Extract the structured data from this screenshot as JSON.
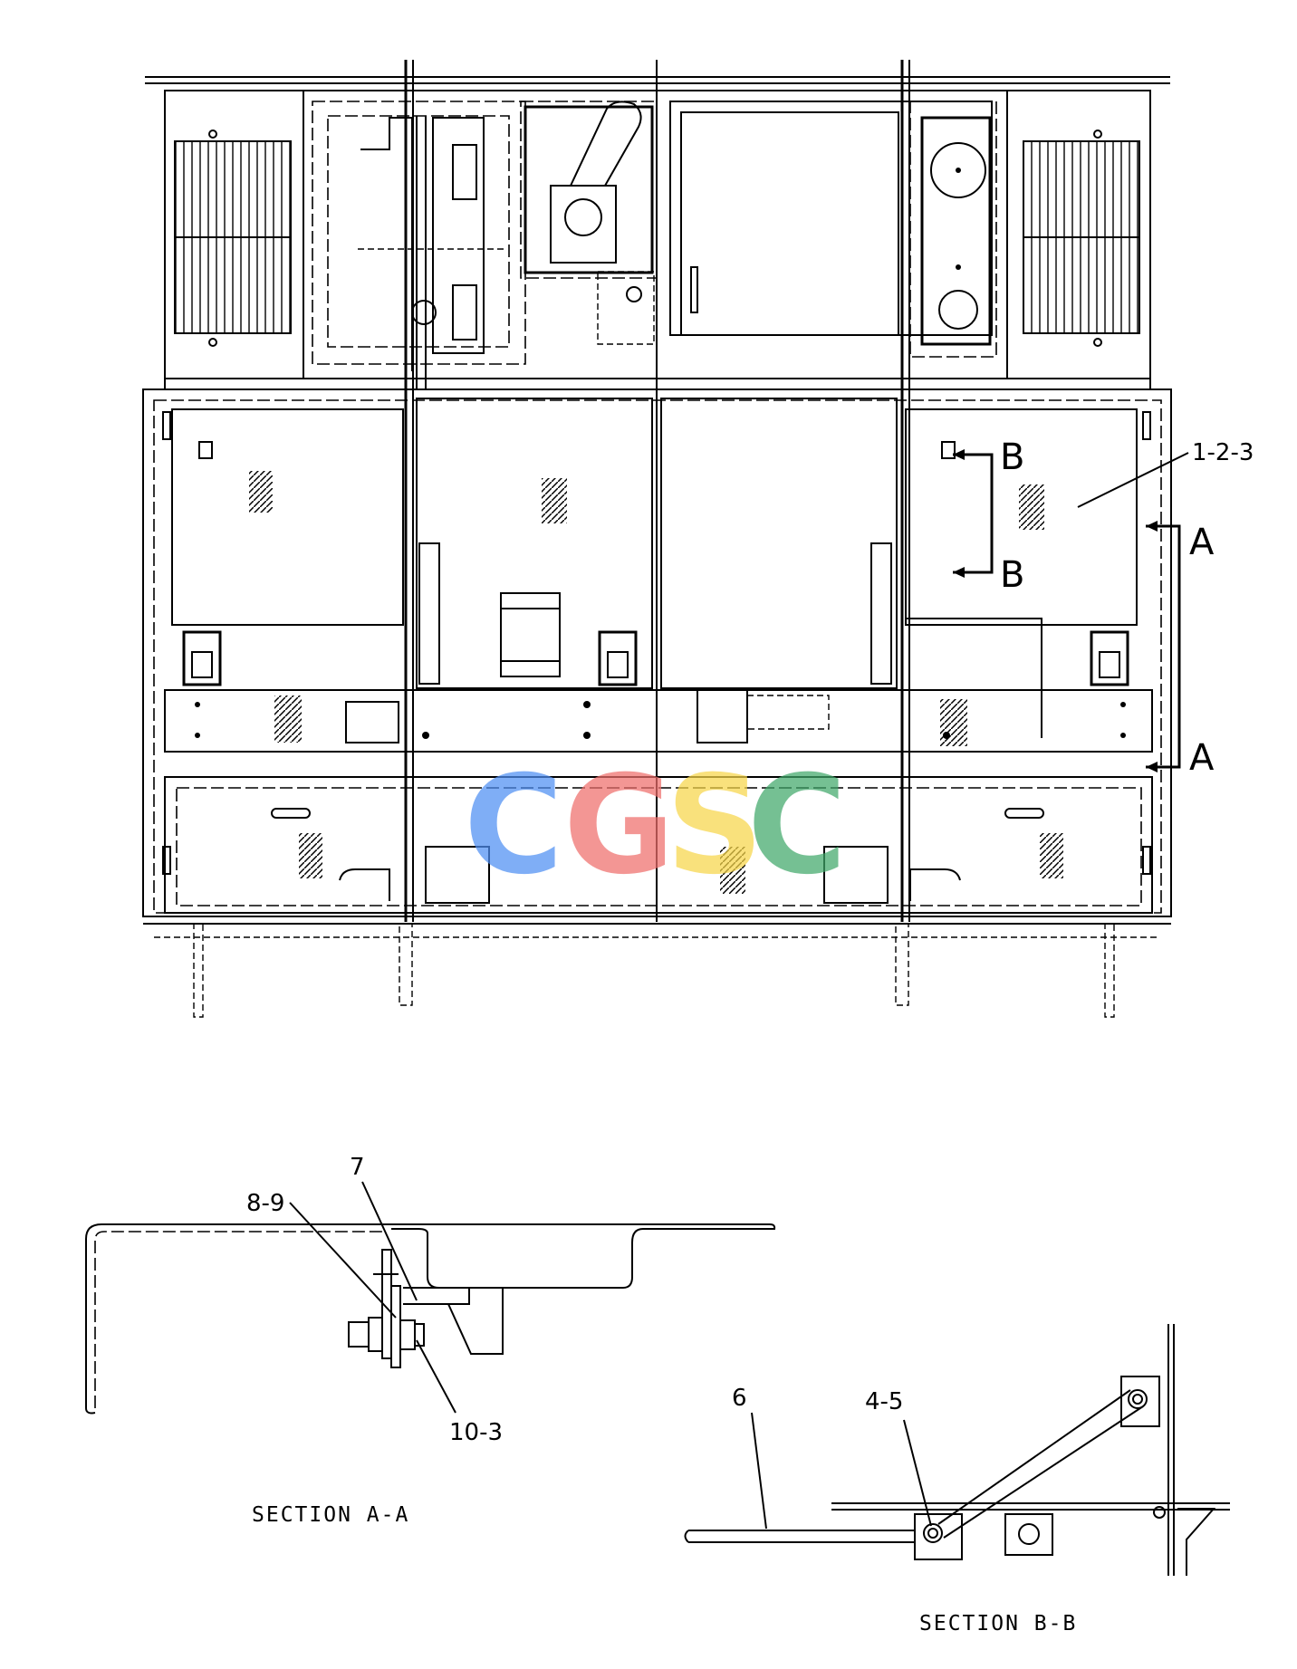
{
  "callouts": {
    "panel": "1-2-3",
    "sect_a_top": "A",
    "sect_a_bottom": "A",
    "sect_b_top": "B",
    "sect_b_bottom": "B",
    "item_7": "7",
    "item_8_9": "8-9",
    "item_10_3": "10-3",
    "item_6": "6",
    "item_4_5": "4-5"
  },
  "sections": {
    "a": "SECTION A-A",
    "b": "SECTION B-B"
  },
  "watermark": {
    "letters": [
      "C",
      "G",
      "S",
      "C"
    ],
    "colors": [
      "#4f8ff3",
      "#ef6f6c",
      "#f7d64a",
      "#41a86a"
    ]
  }
}
